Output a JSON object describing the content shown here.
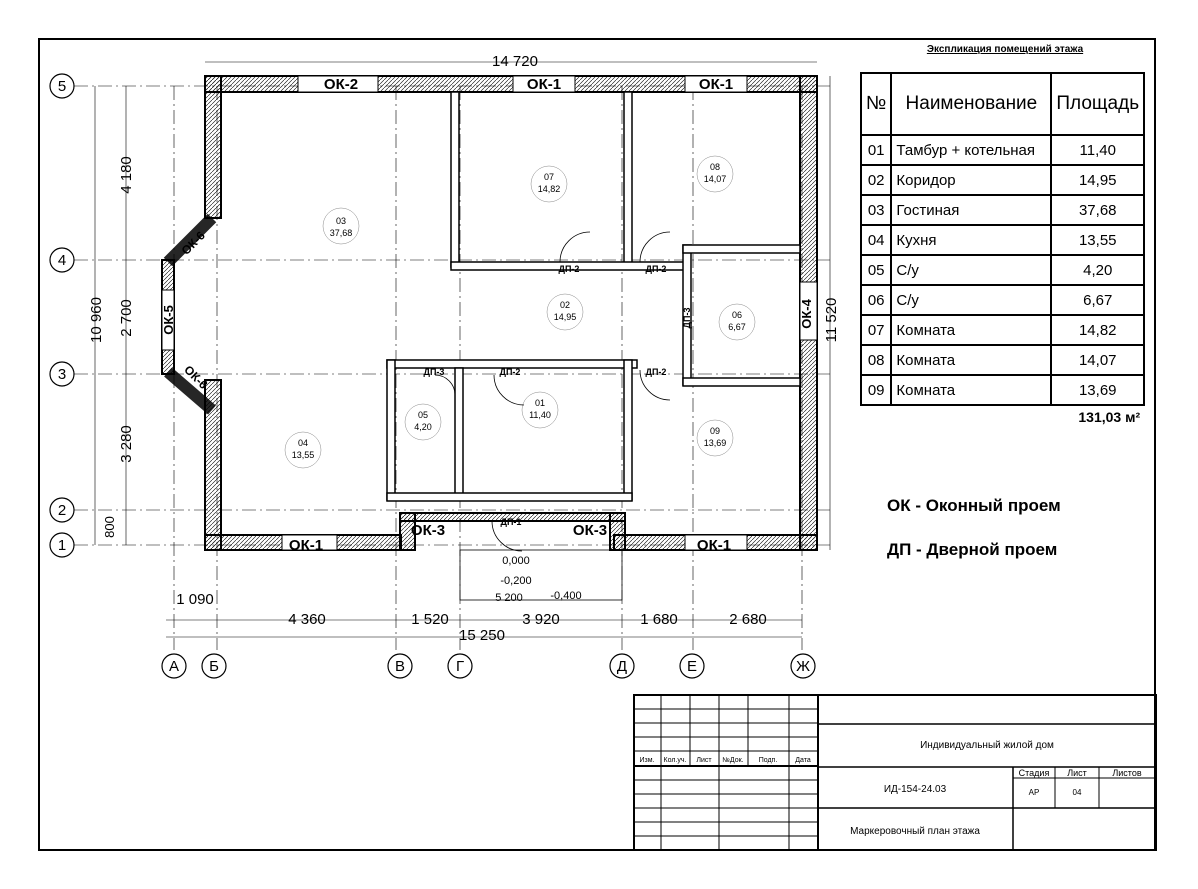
{
  "explication": {
    "title": "Экспликация помещений этажа",
    "headers": [
      "№",
      "Наименование",
      "Площадь"
    ],
    "rows": [
      {
        "num": "01",
        "name": "Тамбур + котельная",
        "area": "11,40"
      },
      {
        "num": "02",
        "name": "Коридор",
        "area": "14,95"
      },
      {
        "num": "03",
        "name": "Гостиная",
        "area": "37,68"
      },
      {
        "num": "04",
        "name": "Кухня",
        "area": "13,55"
      },
      {
        "num": "05",
        "name": "С/у",
        "area": "4,20"
      },
      {
        "num": "06",
        "name": "С/у",
        "area": "6,67"
      },
      {
        "num": "07",
        "name": "Комната",
        "area": "14,82"
      },
      {
        "num": "08",
        "name": "Комната",
        "area": "14,07"
      },
      {
        "num": "09",
        "name": "Комната",
        "area": "13,69"
      }
    ],
    "total": "131,03 м²"
  },
  "legend": {
    "ok": "ОК - Оконный проем",
    "dp": "ДП - Дверной проем"
  },
  "title_block": {
    "project": "Индивидуальный жилой дом",
    "code": "ИД-154-24.03",
    "sheet_name": "Маркеровочный план этажа",
    "stage_label": "Стадия",
    "sheet_label": "Лист",
    "sheets_label": "Листов",
    "stage": "АР",
    "sheet": "04",
    "col_labels": [
      "Изм.",
      "Кол.уч.",
      "Лист",
      "№Док.",
      "Подп.",
      "Дата"
    ]
  },
  "plan": {
    "rooms": [
      {
        "num": "01",
        "area": "11,40"
      },
      {
        "num": "02",
        "area": "14,95"
      },
      {
        "num": "03",
        "area": "37,68"
      },
      {
        "num": "04",
        "area": "13,55"
      },
      {
        "num": "05",
        "area": "4,20"
      },
      {
        "num": "06",
        "area": "6,67"
      },
      {
        "num": "07",
        "area": "14,82"
      },
      {
        "num": "08",
        "area": "14,07"
      },
      {
        "num": "09",
        "area": "13,69"
      }
    ],
    "axes_horizontal": [
      "5",
      "4",
      "3",
      "2",
      "1"
    ],
    "axes_vertical": [
      "А",
      "Б",
      "В",
      "Г",
      "Д",
      "Е",
      "Ж"
    ],
    "windows": [
      "ОК-2",
      "ОК-1",
      "ОК-1",
      "ОК-6",
      "ОК-5",
      "ОК-6",
      "ОК-4",
      "ОК-1",
      "ОК-3",
      "ОК-3",
      "ОК-1"
    ],
    "doors": [
      "ДП-2",
      "ДП-2",
      "ДП-3",
      "ДП-3",
      "ДП-2",
      "ДП-2",
      "ДП-1"
    ],
    "dims": {
      "overall_top": "14 720",
      "overall_bottom": "15 250",
      "overall_left": "10 960",
      "overall_right": "11 520",
      "left_1": "4 180",
      "left_2": "2 700",
      "left_3": "3 280",
      "left_4": "800",
      "bottom_1": "4 360",
      "bottom_2": "1 520",
      "bottom_3": "3 920",
      "bottom_4": "1 680",
      "bottom_5": "2 680",
      "bottom_a": "1 090",
      "porch": "5 200",
      "lvl_0": "0,000",
      "lvl_1": "-0,200",
      "lvl_2": "-0,400"
    }
  }
}
